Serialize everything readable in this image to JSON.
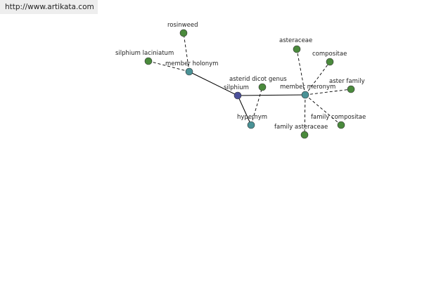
{
  "header": {
    "source_url": "http://www.artikata.com"
  },
  "colors": {
    "center_node": "#4a4f9a",
    "relation_node": "#4a9296",
    "term_node": "#4a8a3c",
    "edge": "#000000"
  },
  "graph": {
    "nodes": [
      {
        "id": "silphium",
        "label": "silphium",
        "kind": "center"
      },
      {
        "id": "member-holonym",
        "label": "member holonym",
        "kind": "relation"
      },
      {
        "id": "hypernym",
        "label": "hypernym",
        "kind": "relation"
      },
      {
        "id": "member-meronym",
        "label": "member meronym",
        "kind": "relation"
      },
      {
        "id": "rosinweed",
        "label": "rosinweed",
        "kind": "term"
      },
      {
        "id": "silphium-laciniatum",
        "label": "silphium laciniatum",
        "kind": "term"
      },
      {
        "id": "asterid-dicot-genus",
        "label": "asterid dicot genus",
        "kind": "term"
      },
      {
        "id": "asteraceae",
        "label": "asteraceae",
        "kind": "term"
      },
      {
        "id": "compositae",
        "label": "compositae",
        "kind": "term"
      },
      {
        "id": "aster-family",
        "label": "aster family",
        "kind": "term"
      },
      {
        "id": "family-compositae",
        "label": "family compositae",
        "kind": "term"
      },
      {
        "id": "family-asteraceae",
        "label": "family asteraceae",
        "kind": "term"
      }
    ],
    "edges": [
      {
        "from": "silphium",
        "to": "member-holonym",
        "style": "solid"
      },
      {
        "from": "silphium",
        "to": "hypernym",
        "style": "solid"
      },
      {
        "from": "silphium",
        "to": "member-meronym",
        "style": "solid"
      },
      {
        "from": "member-holonym",
        "to": "rosinweed",
        "style": "dashed"
      },
      {
        "from": "member-holonym",
        "to": "silphium-laciniatum",
        "style": "dashed"
      },
      {
        "from": "hypernym",
        "to": "asterid-dicot-genus",
        "style": "dashed"
      },
      {
        "from": "member-meronym",
        "to": "asteraceae",
        "style": "dashed"
      },
      {
        "from": "member-meronym",
        "to": "compositae",
        "style": "dashed"
      },
      {
        "from": "member-meronym",
        "to": "aster-family",
        "style": "dashed"
      },
      {
        "from": "member-meronym",
        "to": "family-compositae",
        "style": "dashed"
      },
      {
        "from": "member-meronym",
        "to": "family-asteraceae",
        "style": "dashed"
      }
    ]
  }
}
